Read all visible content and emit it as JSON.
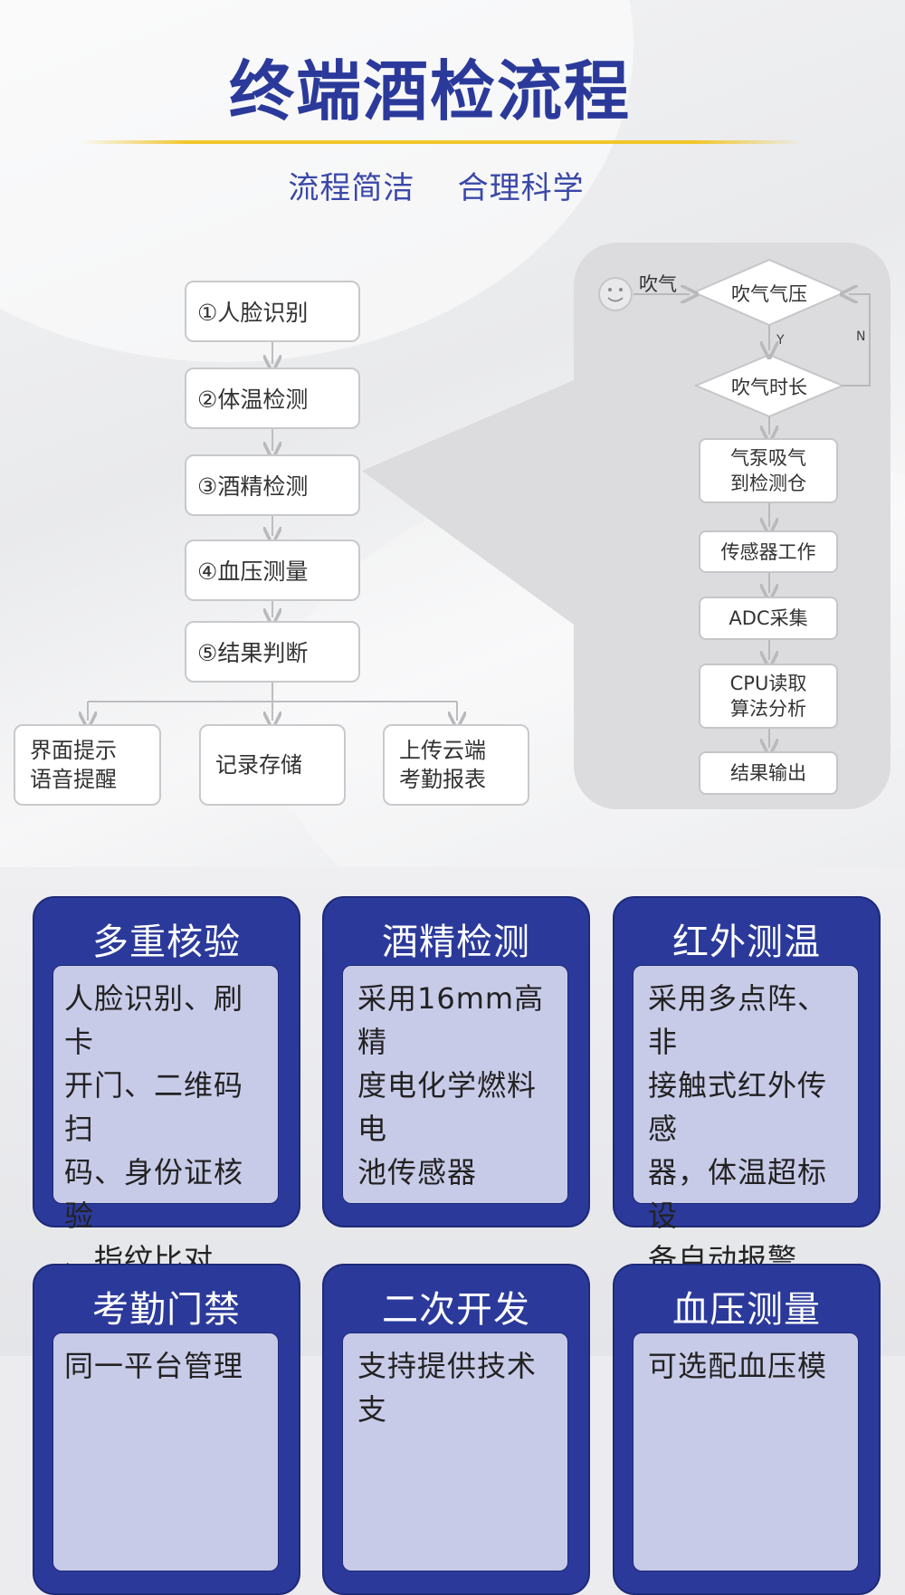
{
  "header": {
    "title": "终端酒检流程",
    "subtitle": "流程简洁    合理科学"
  },
  "main_flow": {
    "steps": [
      {
        "label": "①人脸识别"
      },
      {
        "label": "②体温检测"
      },
      {
        "label": "③酒精检测"
      },
      {
        "label": "④血压测量"
      },
      {
        "label": "⑤结果判断"
      }
    ],
    "outputs": [
      {
        "label": "界面提示\n语音提醒"
      },
      {
        "label": "记录存储"
      },
      {
        "label": "上传云端\n考勤报表"
      }
    ]
  },
  "detail_flow": {
    "blow_label": "吹气",
    "decisions": [
      {
        "label": "吹气气压"
      },
      {
        "label": "吹气时长"
      }
    ],
    "yes_label": "Y",
    "no_label": "N",
    "steps": [
      {
        "label": "气泵吸气\n到检测仓"
      },
      {
        "label": "传感器工作"
      },
      {
        "label": "ADC采集"
      },
      {
        "label": "CPU读取\n算法分析"
      },
      {
        "label": "结果输出"
      }
    ],
    "icon": "smiley-face-icon"
  },
  "features": [
    {
      "title": "多重核验",
      "body": "人脸识别、刷卡\n开门、二维码扫\n码、身份证核验\n、指纹比对"
    },
    {
      "title": "酒精检测",
      "body": "采用16mm高精\n度电化学燃料电\n池传感器"
    },
    {
      "title": "红外测温",
      "body": "采用多点阵、非\n接触式红外传感\n器，体温超标设\n备自动报警"
    },
    {
      "title": "考勤门禁",
      "body": "同一平台管理"
    },
    {
      "title": "二次开发",
      "body": "支持提供技术支"
    },
    {
      "title": "血压测量",
      "body": "可选配血压模"
    }
  ],
  "colors": {
    "brand_blue": "#2b3a9a",
    "accent_gold": "#f1c62a",
    "card_body": "#c8cbe8"
  }
}
